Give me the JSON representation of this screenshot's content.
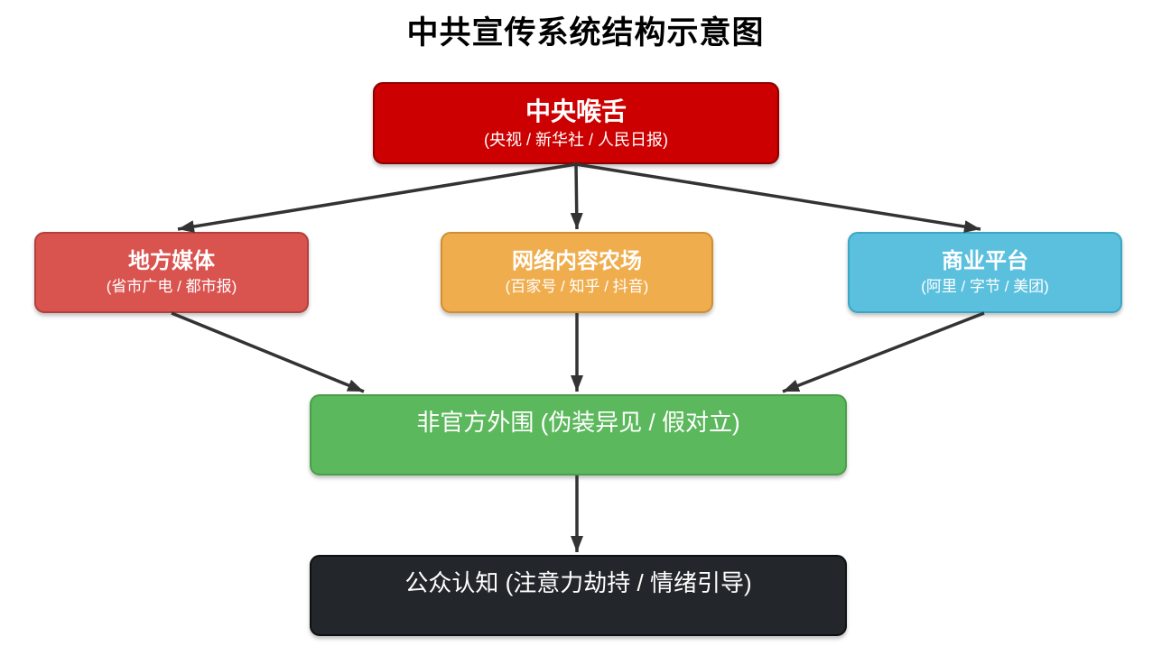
{
  "title": "中共宣传系统结构示意图",
  "nodes": {
    "central": {
      "title": "中央喉舌",
      "subtitle": "(央视 / 新华社 / 人民日报)",
      "fill": "#cc0000",
      "border": "#8e0000"
    },
    "local": {
      "title": "地方媒体",
      "subtitle": "(省市广电 / 都市报)",
      "fill": "#d9534f",
      "border": "#b4403c"
    },
    "farm": {
      "title": "网络内容农场",
      "subtitle": "(百家号 / 知乎 / 抖音)",
      "fill": "#f0ad4e",
      "border": "#d18f33"
    },
    "commercial": {
      "title": "商业平台",
      "subtitle": "(阿里 / 字节 / 美团)",
      "fill": "#5bc0de",
      "border": "#3ba6c6"
    },
    "unofficial": {
      "title": "非官方外围 (伪装异见 / 假对立)",
      "subtitle": "",
      "fill": "#5cb85c",
      "border": "#4a9e4a"
    },
    "public": {
      "title": "公众认知 (注意力劫持 / 情绪引导)",
      "subtitle": "",
      "fill": "#23272b",
      "border": "#0e1011"
    }
  },
  "edges": [
    {
      "from": "central",
      "to": "local"
    },
    {
      "from": "central",
      "to": "farm"
    },
    {
      "from": "central",
      "to": "commercial"
    },
    {
      "from": "local",
      "to": "unofficial"
    },
    {
      "from": "farm",
      "to": "unofficial"
    },
    {
      "from": "commercial",
      "to": "unofficial"
    },
    {
      "from": "unofficial",
      "to": "public"
    }
  ],
  "colors": {
    "arrow": "#333333",
    "background": "#ffffff",
    "title_text": "#000000",
    "node_text": "#ffffff"
  }
}
